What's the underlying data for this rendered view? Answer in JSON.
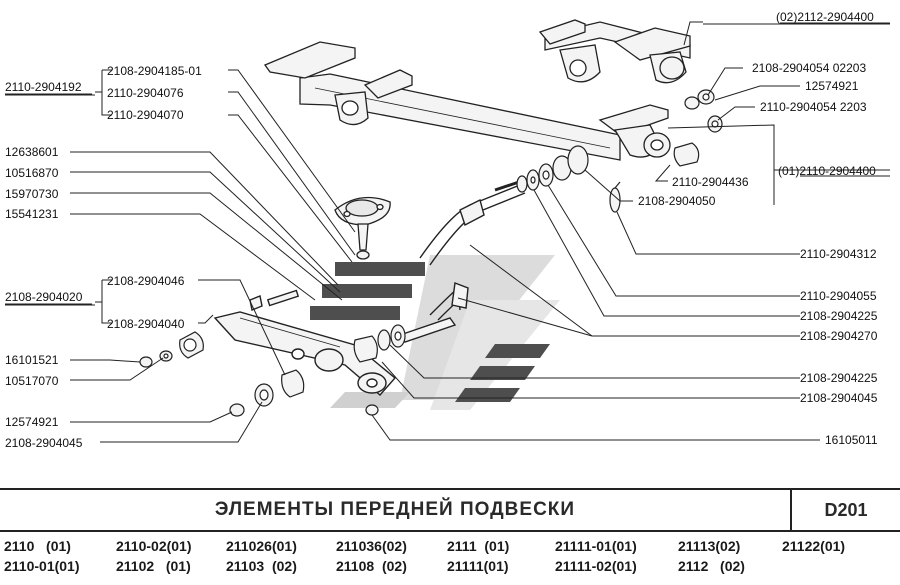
{
  "title": "ЭЛЕМЕНТЫ ПЕРЕДНЕЙ ПОДВЕСКИ",
  "code": "D201",
  "callouts_left": {
    "p2110_2904192": "2110-2904192",
    "p2108_2904185_01": "2108-2904185-01",
    "p2110_2904076": "2110-2904076",
    "p2110_2904070": "2110-2904070",
    "p12638601": "12638601",
    "p10516870": "10516870",
    "p15970730": "15970730",
    "p15541231": "15541231",
    "p2108_2904046": "2108-2904046",
    "p2108_2904020": "2108-2904020",
    "p2108_2904040": "2108-2904040",
    "p16101521": "16101521",
    "p10517070": "10517070",
    "p12574921": "12574921",
    "p2108_2904045": "2108-2904045"
  },
  "callouts_right": {
    "p02_2112_2904400": "(02)2112-2904400",
    "p2108_2904054_02203": "2108-2904054  02203",
    "p12574921": "12574921",
    "p2110_2904054_2203": "2110-2904054  2203",
    "p01_2110_2904400": "(01)2110-2904400",
    "p2110_2904436": "2110-2904436",
    "p2108_2904050": "2108-2904050",
    "p2110_2904312": "2110-2904312",
    "p2110_2904055": "2110-2904055",
    "p2108_2904225_a": "2108-2904225",
    "p2108_2904270": "2108-2904270",
    "p2108_2904225_b": "2108-2904225",
    "p2108_2904045": "2108-2904045",
    "p16105011": "16105011"
  },
  "models": [
    {
      "model": "2110",
      "variant": "(01)"
    },
    {
      "model": "2110-02",
      "variant": "(01)"
    },
    {
      "model": "211026",
      "variant": "(01)"
    },
    {
      "model": "211036",
      "variant": "(02)"
    },
    {
      "model": "2111",
      "variant": "(01)"
    },
    {
      "model": "21111-01",
      "variant": "(01)"
    },
    {
      "model": "21113",
      "variant": "(02)"
    },
    {
      "model": "21122",
      "variant": "(01)"
    },
    {
      "model": "2110-01",
      "variant": "(01)"
    },
    {
      "model": "21102",
      "variant": "(01)"
    },
    {
      "model": "21103",
      "variant": "(02)"
    },
    {
      "model": "21108",
      "variant": "(02)"
    },
    {
      "model": "21111",
      "variant": "(01)"
    },
    {
      "model": "21111-02",
      "variant": "(01)"
    },
    {
      "model": "2112",
      "variant": "(02)"
    }
  ],
  "colors": {
    "line": "#222222",
    "part_fill": "#f4f4f4",
    "watermark_dark": "#5a5a5a",
    "watermark_light": "#d8d8d8"
  }
}
